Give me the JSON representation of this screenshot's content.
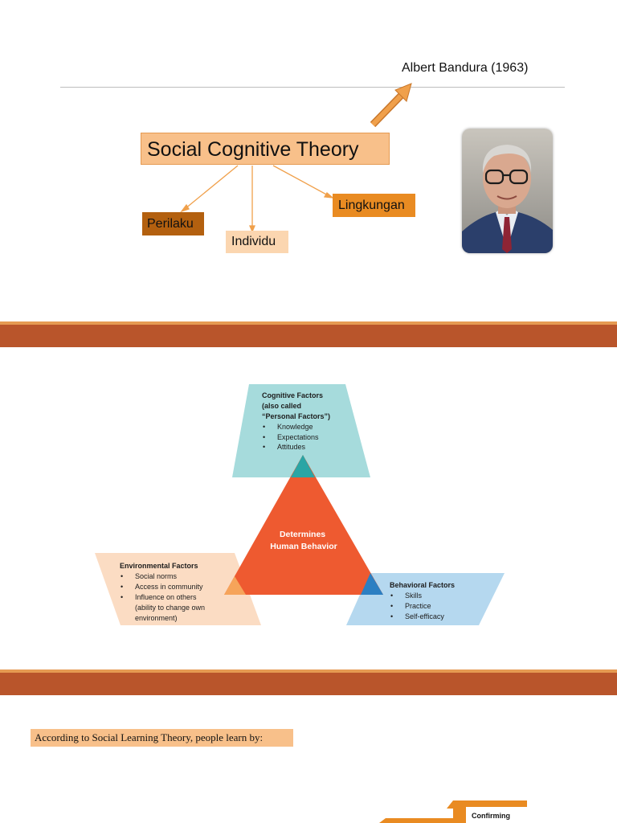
{
  "slide1": {
    "author": "Albert Bandura (1963)",
    "title": "Social Cognitive Theory",
    "nodes": {
      "perilaku": "Perilaku",
      "individu": "Individu",
      "lingkungan": "Lingkungan"
    }
  },
  "slide2": {
    "center": [
      "Determines",
      "Human Behavior"
    ],
    "cognitive": {
      "heading": [
        "Cognitive Factors",
        "(also called",
        "“Personal Factors”)"
      ],
      "items": [
        "Knowledge",
        "Expectations",
        "Attitudes"
      ]
    },
    "environmental": {
      "heading": "Environmental Factors",
      "items": [
        "Social norms",
        "Access in community",
        "Influence on others",
        "(ability to change own",
        "environment)"
      ]
    },
    "behavioral": {
      "heading": "Behavioral Factors",
      "items": [
        "Skills",
        "Practice",
        "Self-efficacy"
      ]
    }
  },
  "slide3": {
    "intro": "According to Social Learning Theory, people learn by:",
    "confirming": "Confirming"
  },
  "colors": {
    "orange_light": "#f8c08a",
    "orange": "#e98b22",
    "brown": "#b3600f",
    "band": "#b9552b",
    "triangle": "#ee5a30",
    "teal": "#a6dbdc",
    "peach": "#fbdcc3",
    "blue": "#b5d8ef"
  }
}
